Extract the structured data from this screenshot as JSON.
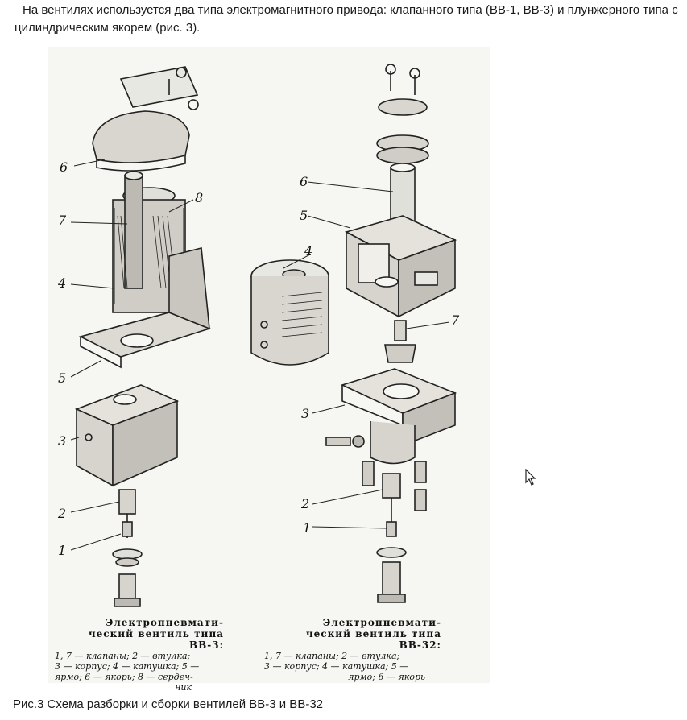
{
  "intro_text": "На вентилях используется два типа электромагнитного привода: клапанного типа (ВВ-1, ВВ-3) и плунжерного типа с цилиндрическим якорем (рис. 3).",
  "left_figure": {
    "labels": [
      "6",
      "8",
      "7",
      "4",
      "5",
      "3",
      "2",
      "1"
    ],
    "caption_title_1": "Электропневмати-",
    "caption_title_2": "ческий вентиль типа ВВ-3:",
    "caption_line_1": "1, 7 — клапаны; 2 — втулка;",
    "caption_line_2": "3 — корпус; 4 — катушка; 5 —",
    "caption_line_3": "ярмо; 6 — якорь; 8 — сердеч-",
    "caption_line_4": "ник"
  },
  "right_figure": {
    "labels": [
      "6",
      "5",
      "4",
      "7",
      "3",
      "2",
      "1"
    ],
    "caption_title_1": "Электропневмати-",
    "caption_title_2": "ческий вентиль типа ВВ-32:",
    "caption_line_1": "1, 7 — клапаны; 2 — втулка;",
    "caption_line_2": "3 — корпус; 4 — катушка; 5 —",
    "caption_line_3": "ярмо; 6 — якорь"
  },
  "figure_caption": "Рис.3  Схема разборки и сборки вентилей ВВ-3 и ВВ-32",
  "icons": {
    "cursor": "mouse-pointer-icon"
  }
}
